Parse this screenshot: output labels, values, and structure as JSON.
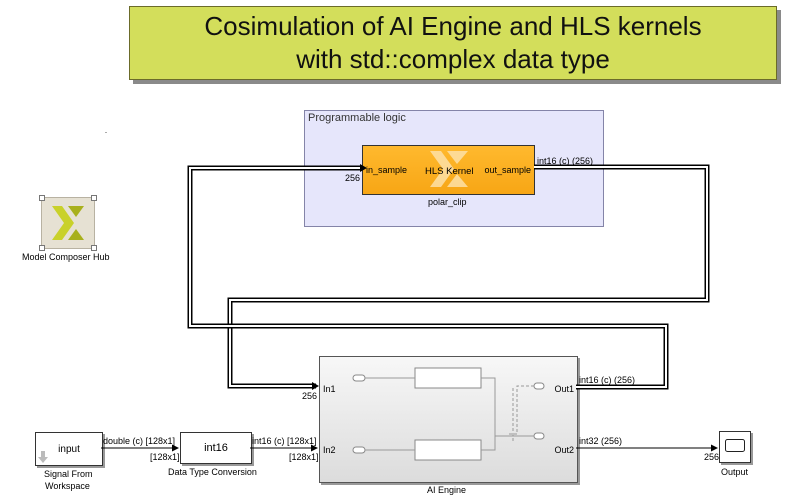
{
  "title": {
    "line1": "Cosimulation of AI Engine and HLS kernels",
    "line2": "with std::complex data type"
  },
  "hub": {
    "name": "Model Composer Hub",
    "icon": "xilinx-logo-icon"
  },
  "programmable_logic": {
    "label": "Programmable logic",
    "hls_kernel": {
      "title": "HLS Kernel",
      "name": "polar_clip",
      "input_port": "in_sample",
      "output_port": "out_sample",
      "input_width": "256",
      "output_signal": "int16 (c) (256)"
    }
  },
  "ai_engine": {
    "name": "AI Engine",
    "in1": "In1",
    "in2": "In2",
    "out1": "Out1",
    "out2": "Out2",
    "in1_width": "256",
    "in2_width": "[128x1]",
    "out1_signal": "int16 (c) (256)",
    "out2_signal": "int32 (256)"
  },
  "signal_from_workspace": {
    "value": "input",
    "name_line1": "Signal From",
    "name_line2": "Workspace",
    "out_signal": "double (c) [128x1]"
  },
  "data_type_conversion": {
    "value": "int16",
    "name": "Data Type Conversion",
    "in_width": "[128x1]",
    "out_signal": "int16 (c) [128x1]"
  },
  "output_scope": {
    "name": "Output",
    "in_width": "256"
  },
  "colors": {
    "title_bg": "#d3de5b",
    "pl_bg": "#e6e6fb",
    "hls_bg": "#f7a615"
  }
}
